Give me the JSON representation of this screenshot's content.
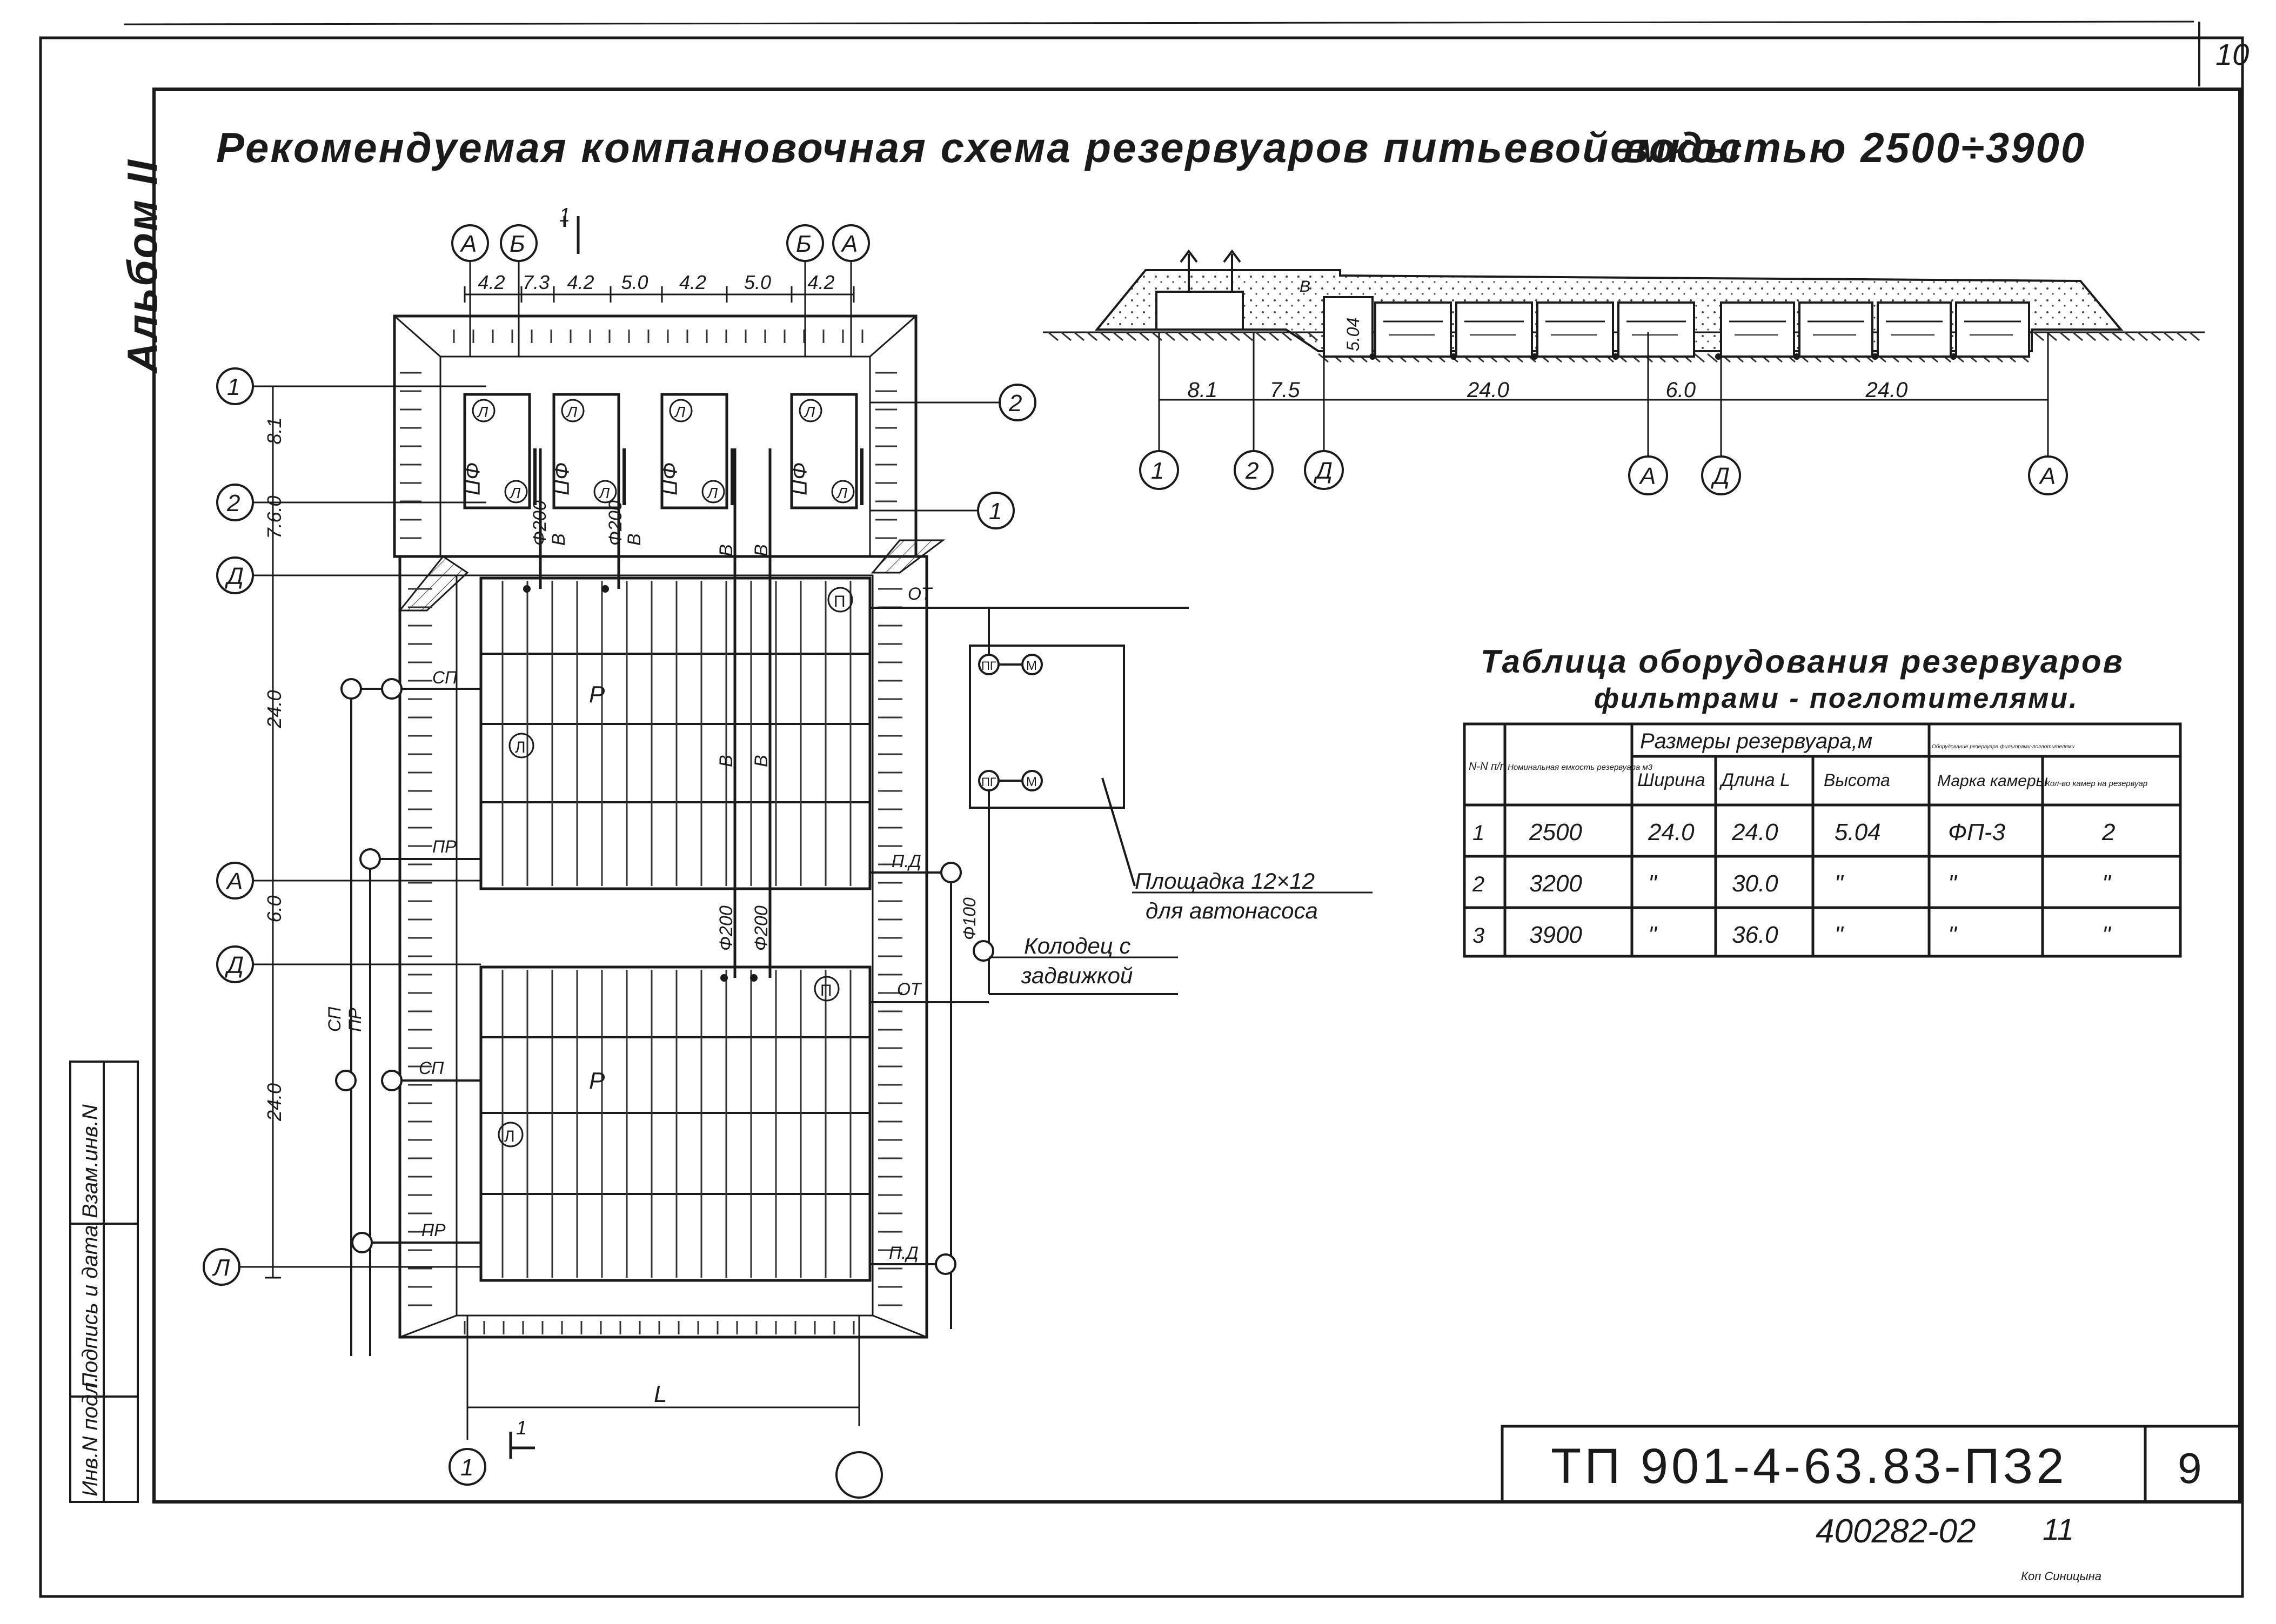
{
  "sheet": {
    "page_number": "10",
    "title": "Рекомендуемая компановочная схема резервуаров питьевой воды",
    "capacity": "емкостью 2500÷3900",
    "album": "Альбом II",
    "drawing_code": "ТП 901-4-63.83-ПЗ2",
    "sheet_no": "9",
    "archive_no": "400282-02",
    "archive_page": "11",
    "copy_note": "Коп Синицына",
    "side_labels": [
      "Взам.инв.N",
      "Подпись и дата",
      "Инв.N подл."
    ]
  },
  "plan": {
    "top_axes": [
      "А",
      "Б",
      "Б",
      "А"
    ],
    "top_dims": [
      "4.2",
      "7.3",
      "4.2",
      "5.0",
      "4.2",
      "5.0",
      "4.2"
    ],
    "left_axes": [
      "1",
      "2",
      "Д",
      "А",
      "Д",
      "Л"
    ],
    "left_dims": [
      "8.1",
      "7.6.0",
      "24.0",
      "6.0",
      "24.0"
    ],
    "right_axes": [
      "2",
      "1"
    ],
    "bottom_axis": "1",
    "bottom_dim": "L",
    "section_mark": "1",
    "filter_label": "ФП",
    "circle_P": "П",
    "circle_L": "Л",
    "pipe_d": "Ф200",
    "pipe_v": "В",
    "reservoir": "Р",
    "pipes_left": [
      "СП",
      "ПР",
      "СП",
      "ПР"
    ],
    "pipes_right": [
      "ОТ",
      "П.Д",
      "ОТ",
      "П.Д"
    ],
    "pipe_vertical": [
      "СП",
      "ПР"
    ],
    "pipe_100": "Ф100",
    "pump_labels": [
      "ПГ",
      "М",
      "ПГ",
      "М"
    ],
    "platform_note": [
      "Площадка 12×12",
      "для автонасоса"
    ],
    "well_note": [
      "Колодец с",
      "задвижкой"
    ]
  },
  "section": {
    "dims": [
      "8.1",
      "7.5",
      "24.0",
      "6.0",
      "24.0"
    ],
    "axes": [
      "1",
      "2",
      "Д",
      "А",
      "Д",
      "А"
    ],
    "height": "5.04",
    "pipe_b": "В"
  },
  "table": {
    "title": "Таблица оборудования резервуаров",
    "subtitle": "фильтрами - поглотителями.",
    "headers": {
      "num": "N-N п/п",
      "capacity": "Номинальная емкость резервуара м3",
      "dims_group": "Размеры резервуара,м",
      "width": "Ширина",
      "length": "Длина L",
      "height": "Высота",
      "equip_group": "Оборудование резервуара фильтрами-поглотителями",
      "chamber": "Марка камеры",
      "count": "Кол-во камер на резервуар"
    },
    "rows": [
      [
        "1",
        "2500",
        "24.0",
        "24.0",
        "5.04",
        "ФП-3",
        "2"
      ],
      [
        "2",
        "3200",
        "\"",
        "30.0",
        "\"",
        "\"",
        "\""
      ],
      [
        "3",
        "3900",
        "\"",
        "36.0",
        "\"",
        "\"",
        "\""
      ]
    ]
  }
}
